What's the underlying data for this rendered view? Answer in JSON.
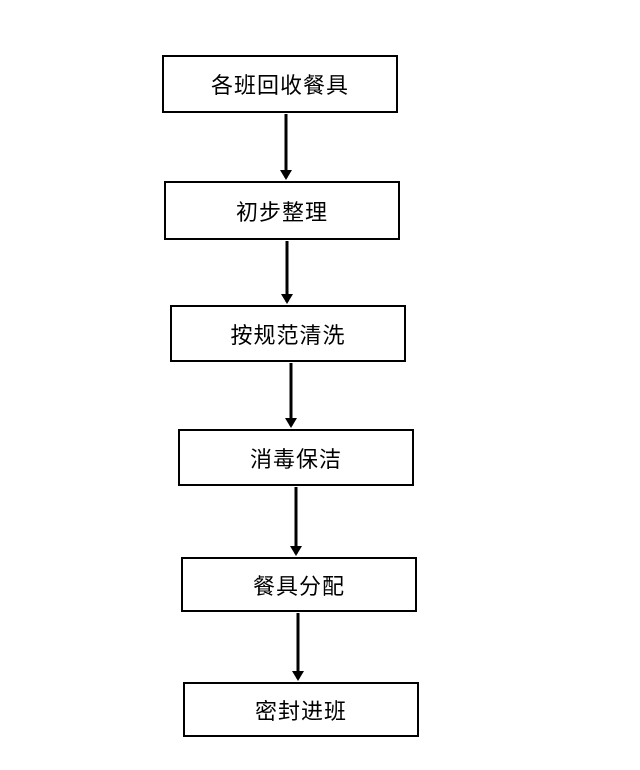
{
  "flowchart": {
    "steps": [
      {
        "label": "各班回收餐具"
      },
      {
        "label": "初步整理"
      },
      {
        "label": "按规范清洗"
      },
      {
        "label": "消毒保洁"
      },
      {
        "label": "餐具分配"
      },
      {
        "label": "密封进班"
      }
    ],
    "colors": {
      "box_border": "#000000",
      "arrow": "#000000",
      "text": "#000000",
      "background": "#ffffff"
    }
  }
}
